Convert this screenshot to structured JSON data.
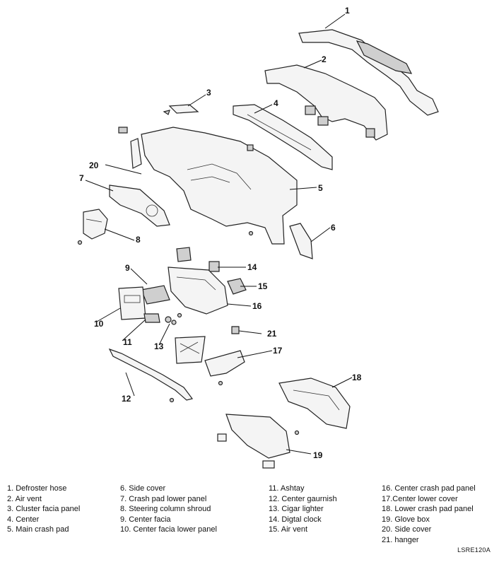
{
  "callouts": {
    "c1": "1",
    "c2": "2",
    "c3": "3",
    "c4": "4",
    "c5": "5",
    "c6": "6",
    "c7": "7",
    "c8": "8",
    "c9": "9",
    "c10": "10",
    "c11": "11",
    "c12": "12",
    "c13": "13",
    "c14": "14",
    "c15": "15",
    "c16": "16",
    "c17": "17",
    "c18": "18",
    "c19": "19",
    "c20": "20",
    "c21": "21"
  },
  "legend": {
    "col1": [
      "1. Defroster hose",
      "2. Air vent",
      "3. Cluster facia panel",
      "4. Center",
      "5. Main crash pad"
    ],
    "col2": [
      "6. Side cover",
      "7. Crash pad lower panel",
      "8. Steering column shroud",
      "9. Center facia",
      "10. Center facia lower panel"
    ],
    "col3": [
      "11. Ashtay",
      "12. Center gaurnish",
      "13. Cigar lighter",
      "14. Digtal clock",
      "15. Air vent"
    ],
    "col4": [
      "16. Center crash pad panel",
      "17.Center lower cover",
      "18. Lower crash pad panel",
      "19. Glove box",
      "20. Side cover",
      "21. hanger"
    ]
  },
  "figure_code": "LSRE120A"
}
